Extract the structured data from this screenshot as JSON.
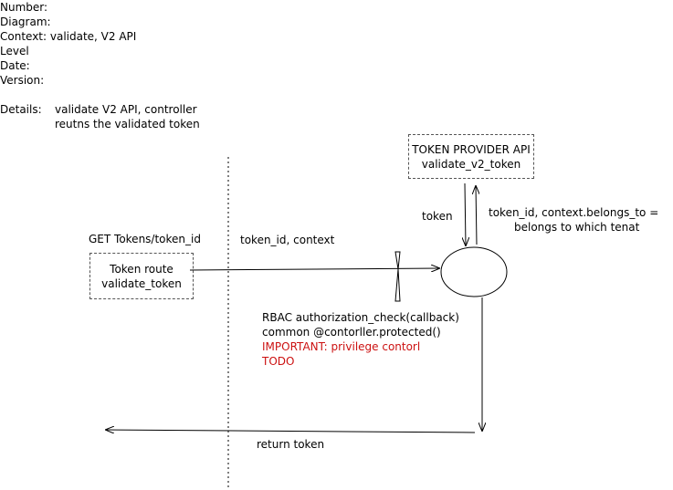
{
  "meta": {
    "number": "Number:",
    "diagram": "Diagram:",
    "context": "Context: validate, V2 API",
    "level": "Level",
    "date": "Date:",
    "version": "Version:",
    "details_label": "Details:",
    "details_line1": "validate V2 API, controller",
    "details_line2": "reutns the validated token"
  },
  "token_provider": {
    "line1": "TOKEN PROVIDER API",
    "line2": "validate_v2_token"
  },
  "token_route": {
    "line1": "Token route",
    "line2": "validate_token",
    "request_label": "GET Tokens/token_id"
  },
  "labels": {
    "request_params": "token_id, context",
    "token": "token",
    "response_line1": "token_id, context.belongs_to =",
    "response_line2": "belongs to which tenat",
    "return_token": "return token"
  },
  "rbac": {
    "line1": "RBAC authorization_check(callback)",
    "line2": " common @contorller.protected()",
    "line3": "IMPORTANT: privilege contorl",
    "line4": "TODO"
  },
  "colors": {
    "important": "#cc1111",
    "line": "#000000",
    "box_border": "#555555"
  }
}
